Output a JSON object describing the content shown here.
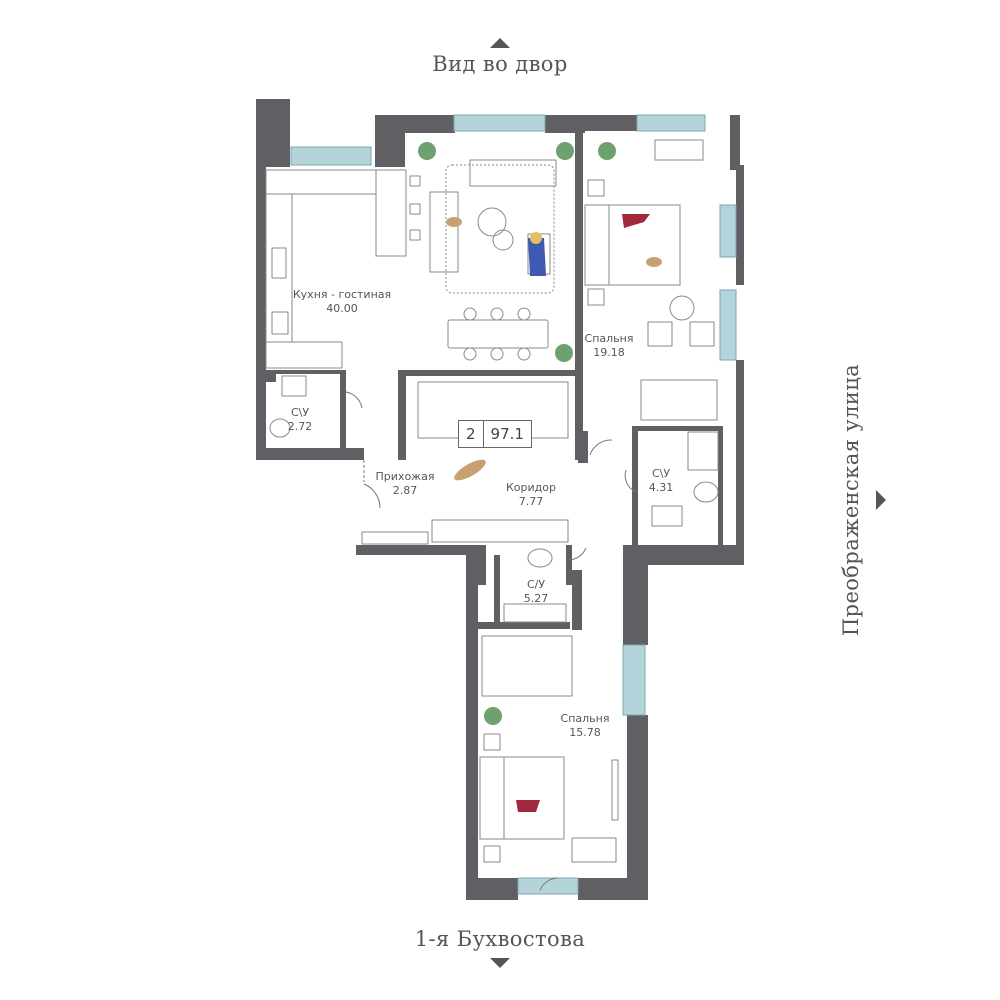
{
  "streets": {
    "top": "Вид во двор",
    "bottom": "1-я Бухвостова",
    "right": "Преображенская улица"
  },
  "apartment": {
    "rooms_count": "2",
    "total_area": "97.1"
  },
  "rooms": {
    "kitchen_living": {
      "name": "Кухня - гостиная",
      "area": "40.00"
    },
    "bedroom_top": {
      "name": "Спальня",
      "area": "19.18"
    },
    "bathroom_left": {
      "name": "С\\У",
      "area": "2.72"
    },
    "hallway": {
      "name": "Прихожая",
      "area": "2.87"
    },
    "corridor": {
      "name": "Коридор",
      "area": "7.77"
    },
    "bathroom_right": {
      "name": "С\\У",
      "area": "4.31"
    },
    "bathroom_center": {
      "name": "С/У",
      "area": "5.27"
    },
    "bedroom_bottom": {
      "name": "Спальня",
      "area": "15.78"
    }
  },
  "colors": {
    "wall": "#606064",
    "window": "#b4d4dc",
    "plant": "#6fa06f",
    "furniture_line": "#8a8a8a"
  }
}
